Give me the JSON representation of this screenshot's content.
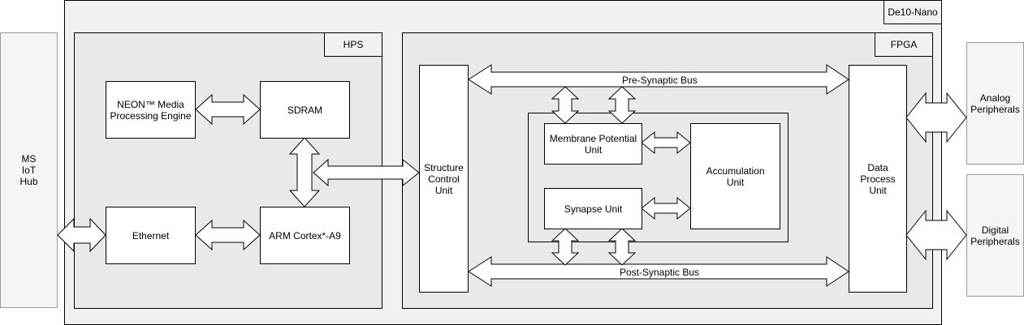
{
  "labels": {
    "board": "De10-Nano",
    "hps": "HPS",
    "fpga": "FPGA",
    "ms_iot_hub": "MS\nIoT\nHub",
    "neon": "NEON™ Media\nProcessing Engine",
    "sdram": "SDRAM",
    "ethernet": "Ethernet",
    "arm": "ARM Cortex*-A9",
    "structure_control": "Structure\nControl\nUnit",
    "pre_synaptic_bus": "Pre-Synaptic Bus",
    "post_synaptic_bus": "Post-Synaptic Bus",
    "membrane_potential": "Membrane Potential\nUnit",
    "synapse": "Synapse Unit",
    "accumulation": "Accumulation\nUnit",
    "data_process": "Data\nProcess\nUnit",
    "analog_peripherals": "Analog\nPeripherals",
    "digital_peripherals": "Digital\nPeripherals"
  }
}
